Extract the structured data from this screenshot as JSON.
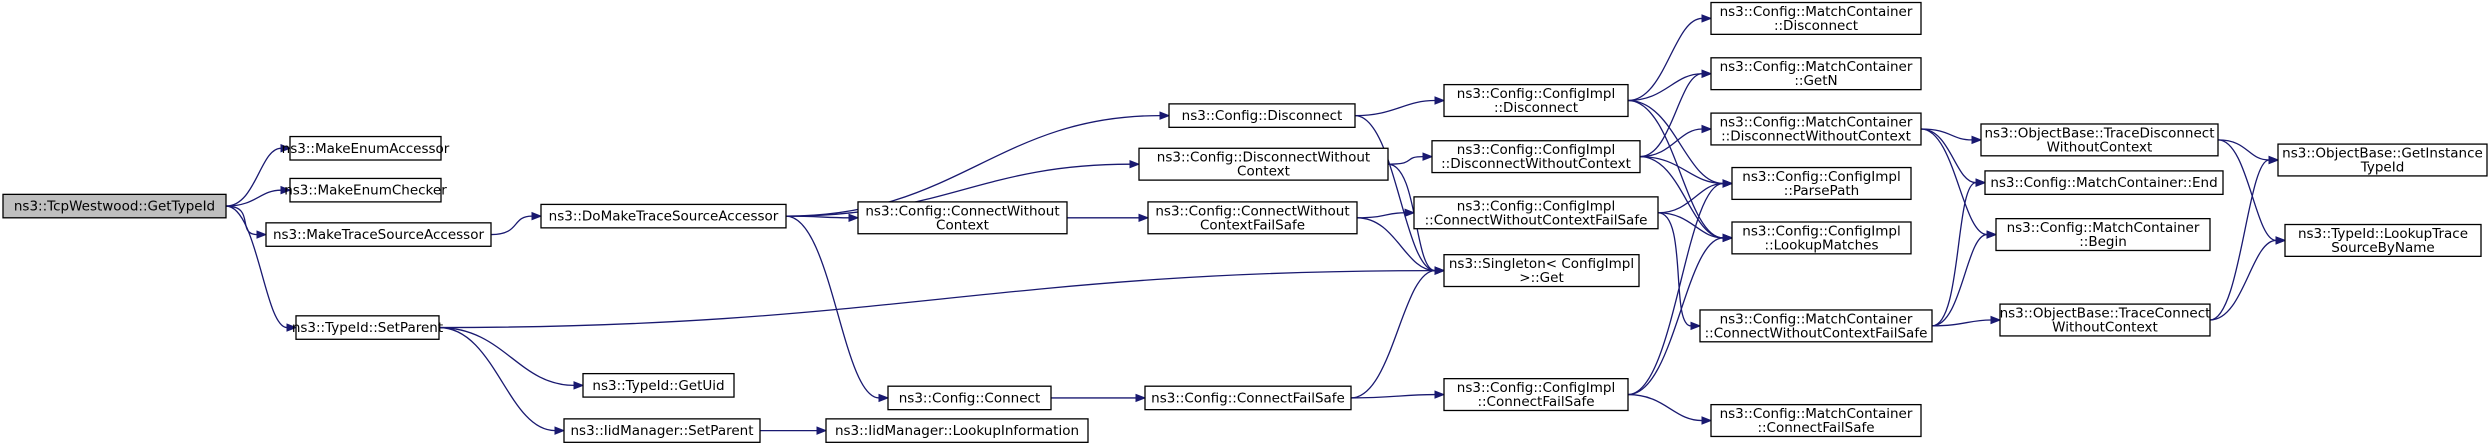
{
  "diagram": {
    "nodes": [
      {
        "id": "root",
        "lines": [
          "ns3::TcpWestwood::GetTypeId"
        ],
        "root": true
      },
      {
        "id": "makeEnumAccessor",
        "lines": [
          "ns3::MakeEnumAccessor"
        ]
      },
      {
        "id": "makeEnumChecker",
        "lines": [
          "ns3::MakeEnumChecker"
        ]
      },
      {
        "id": "makeTraceSourceAccessor",
        "lines": [
          "ns3::MakeTraceSourceAccessor"
        ]
      },
      {
        "id": "typeIdSetParent",
        "lines": [
          "ns3::TypeId::SetParent"
        ]
      },
      {
        "id": "doMakeTraceSourceAccessor",
        "lines": [
          "ns3::DoMakeTraceSourceAccessor"
        ]
      },
      {
        "id": "typeIdGetUid",
        "lines": [
          "ns3::TypeId::GetUid"
        ]
      },
      {
        "id": "iidManagerSetParent",
        "lines": [
          "ns3::IidManager::SetParent"
        ]
      },
      {
        "id": "iidManagerLookupInformation",
        "lines": [
          "ns3::IidManager::LookupInformation"
        ]
      },
      {
        "id": "configDisconnect",
        "lines": [
          "ns3::Config::Disconnect"
        ]
      },
      {
        "id": "configDisconnectWithoutContext",
        "lines": [
          "ns3::Config::DisconnectWithout",
          "Context"
        ]
      },
      {
        "id": "configConnectWithoutContext",
        "lines": [
          "ns3::Config::ConnectWithout",
          "Context"
        ]
      },
      {
        "id": "configConnect",
        "lines": [
          "ns3::Config::Connect"
        ]
      },
      {
        "id": "configConnectWithoutContextFailSafe",
        "lines": [
          "ns3::Config::ConnectWithout",
          "ContextFailSafe"
        ]
      },
      {
        "id": "configConnectFailSafe",
        "lines": [
          "ns3::Config::ConnectFailSafe"
        ]
      },
      {
        "id": "implDisconnect",
        "lines": [
          "ns3::Config::ConfigImpl",
          "::Disconnect"
        ]
      },
      {
        "id": "implDisconnectWithoutContext",
        "lines": [
          "ns3::Config::ConfigImpl",
          "::DisconnectWithoutContext"
        ]
      },
      {
        "id": "implConnectWithoutContextFailSafe",
        "lines": [
          "ns3::Config::ConfigImpl",
          "::ConnectWithoutContextFailSafe"
        ]
      },
      {
        "id": "singletonGet",
        "lines": [
          "ns3::Singleton< ConfigImpl",
          " >::Get"
        ]
      },
      {
        "id": "implConnectFailSafe",
        "lines": [
          "ns3::Config::ConfigImpl",
          "::ConnectFailSafe"
        ]
      },
      {
        "id": "mcDisconnect",
        "lines": [
          "ns3::Config::MatchContainer",
          "::Disconnect"
        ]
      },
      {
        "id": "mcGetN",
        "lines": [
          "ns3::Config::MatchContainer",
          "::GetN"
        ]
      },
      {
        "id": "mcDisconnectWithoutContext",
        "lines": [
          "ns3::Config::MatchContainer",
          "::DisconnectWithoutContext"
        ]
      },
      {
        "id": "implParsePath",
        "lines": [
          "ns3::Config::ConfigImpl",
          "::ParsePath"
        ]
      },
      {
        "id": "implLookupMatches",
        "lines": [
          "ns3::Config::ConfigImpl",
          "::LookupMatches"
        ]
      },
      {
        "id": "mcConnectWithoutContextFailSafe",
        "lines": [
          "ns3::Config::MatchContainer",
          "::ConnectWithoutContextFailSafe"
        ]
      },
      {
        "id": "mcConnectFailSafe",
        "lines": [
          "ns3::Config::MatchContainer",
          "::ConnectFailSafe"
        ]
      },
      {
        "id": "obTraceDisconnectWithoutContext",
        "lines": [
          "ns3::ObjectBase::TraceDisconnect",
          "WithoutContext"
        ]
      },
      {
        "id": "mcEnd",
        "lines": [
          "ns3::Config::MatchContainer::End"
        ]
      },
      {
        "id": "mcBegin",
        "lines": [
          "ns3::Config::MatchContainer",
          "::Begin"
        ]
      },
      {
        "id": "obTraceConnectWithoutContext",
        "lines": [
          "ns3::ObjectBase::TraceConnect",
          "WithoutContext"
        ]
      },
      {
        "id": "obGetInstanceTypeId",
        "lines": [
          "ns3::ObjectBase::GetInstance",
          "TypeId"
        ]
      },
      {
        "id": "typeIdLookupTraceSourceByName",
        "lines": [
          "ns3::TypeId::LookupTrace",
          "SourceByName"
        ]
      }
    ],
    "edges": [
      [
        "root",
        "makeEnumAccessor"
      ],
      [
        "root",
        "makeEnumChecker"
      ],
      [
        "root",
        "makeTraceSourceAccessor"
      ],
      [
        "root",
        "typeIdSetParent"
      ],
      [
        "makeTraceSourceAccessor",
        "doMakeTraceSourceAccessor"
      ],
      [
        "typeIdSetParent",
        "typeIdGetUid"
      ],
      [
        "typeIdSetParent",
        "iidManagerSetParent"
      ],
      [
        "typeIdSetParent",
        "singletonGet"
      ],
      [
        "iidManagerSetParent",
        "iidManagerLookupInformation"
      ],
      [
        "doMakeTraceSourceAccessor",
        "configDisconnect"
      ],
      [
        "doMakeTraceSourceAccessor",
        "configDisconnectWithoutContext"
      ],
      [
        "doMakeTraceSourceAccessor",
        "configConnectWithoutContext"
      ],
      [
        "doMakeTraceSourceAccessor",
        "configConnect"
      ],
      [
        "configDisconnect",
        "implDisconnect"
      ],
      [
        "configDisconnect",
        "singletonGet"
      ],
      [
        "configDisconnectWithoutContext",
        "implDisconnectWithoutContext"
      ],
      [
        "configDisconnectWithoutContext",
        "singletonGet"
      ],
      [
        "configConnectWithoutContext",
        "configConnectWithoutContextFailSafe"
      ],
      [
        "configConnect",
        "configConnectFailSafe"
      ],
      [
        "configConnectWithoutContextFailSafe",
        "implConnectWithoutContextFailSafe"
      ],
      [
        "configConnectWithoutContextFailSafe",
        "singletonGet"
      ],
      [
        "configConnectFailSafe",
        "singletonGet"
      ],
      [
        "configConnectFailSafe",
        "implConnectFailSafe"
      ],
      [
        "implDisconnect",
        "mcDisconnect"
      ],
      [
        "implDisconnect",
        "mcGetN"
      ],
      [
        "implDisconnect",
        "implParsePath"
      ],
      [
        "implDisconnect",
        "implLookupMatches"
      ],
      [
        "implDisconnectWithoutContext",
        "mcGetN"
      ],
      [
        "implDisconnectWithoutContext",
        "mcDisconnectWithoutContext"
      ],
      [
        "implDisconnectWithoutContext",
        "implParsePath"
      ],
      [
        "implDisconnectWithoutContext",
        "implLookupMatches"
      ],
      [
        "implConnectWithoutContextFailSafe",
        "implParsePath"
      ],
      [
        "implConnectWithoutContextFailSafe",
        "implLookupMatches"
      ],
      [
        "implConnectWithoutContextFailSafe",
        "mcConnectWithoutContextFailSafe"
      ],
      [
        "implConnectFailSafe",
        "implParsePath"
      ],
      [
        "implConnectFailSafe",
        "implLookupMatches"
      ],
      [
        "implConnectFailSafe",
        "mcConnectFailSafe"
      ],
      [
        "mcDisconnectWithoutContext",
        "obTraceDisconnectWithoutContext"
      ],
      [
        "mcDisconnectWithoutContext",
        "mcEnd"
      ],
      [
        "mcDisconnectWithoutContext",
        "mcBegin"
      ],
      [
        "mcConnectWithoutContextFailSafe",
        "mcEnd"
      ],
      [
        "mcConnectWithoutContextFailSafe",
        "mcBegin"
      ],
      [
        "mcConnectWithoutContextFailSafe",
        "obTraceConnectWithoutContext"
      ],
      [
        "obTraceDisconnectWithoutContext",
        "obGetInstanceTypeId"
      ],
      [
        "obTraceDisconnectWithoutContext",
        "typeIdLookupTraceSourceByName"
      ],
      [
        "obTraceConnectWithoutContext",
        "obGetInstanceTypeId"
      ],
      [
        "obTraceConnectWithoutContext",
        "typeIdLookupTraceSourceByName"
      ]
    ]
  },
  "colors": {
    "edge": "#191970",
    "root_fill": "#bfbfbf",
    "node_fill": "#ffffff",
    "node_border": "#000000"
  }
}
